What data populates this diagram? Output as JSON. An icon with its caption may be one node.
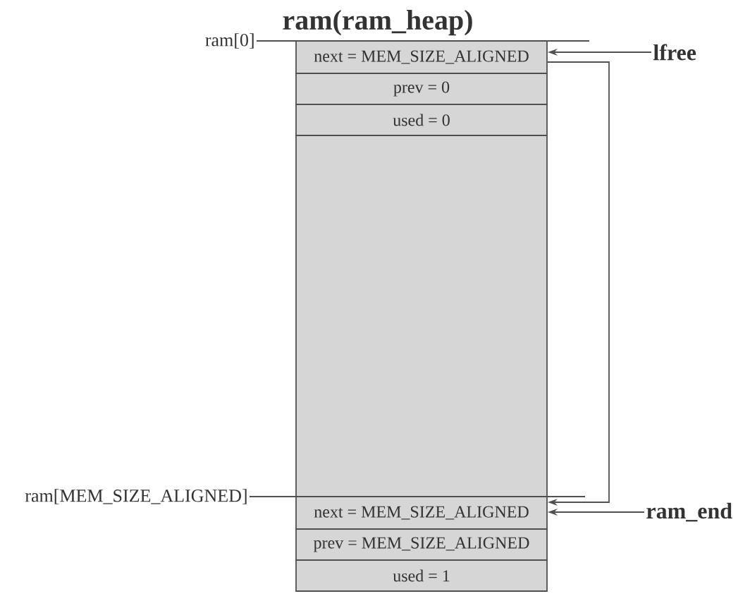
{
  "diagram": {
    "title": "ram(ram_heap)",
    "nodes": [
      {
        "text": [
          "ram[0]"
        ]
      },
      {
        "text": [
          "next = MEM_SIZE_ALIGNED"
        ]
      },
      {
        "text": [
          "lfree"
        ]
      },
      {
        "text": [
          "prev = 0"
        ]
      },
      {
        "text": [
          "used = 0"
        ]
      },
      {
        "text": [],
        "shape": "box"
      },
      {
        "text": [
          "ram[MEM_SIZE_ALIGNED]"
        ]
      },
      {
        "text": [
          "next = MEM_SIZE_ALIGNED"
        ]
      },
      {
        "text": [
          "ram_end"
        ]
      },
      {
        "text": [
          "prev = MEM_SIZE_ALIGNED"
        ]
      },
      {
        "text": [
          "used = 1"
        ]
      }
    ],
    "edges": [
      {
        "from": 2,
        "to": 1,
        "arrow": "to"
      },
      {
        "from": 1,
        "to": 7,
        "arrow": "to"
      },
      {
        "from": 8,
        "to": 7,
        "arrow": "to"
      },
      {
        "from": 0,
        "to": null,
        "arrow": "none"
      },
      {
        "from": 6,
        "to": null,
        "arrow": "none"
      }
    ]
  }
}
